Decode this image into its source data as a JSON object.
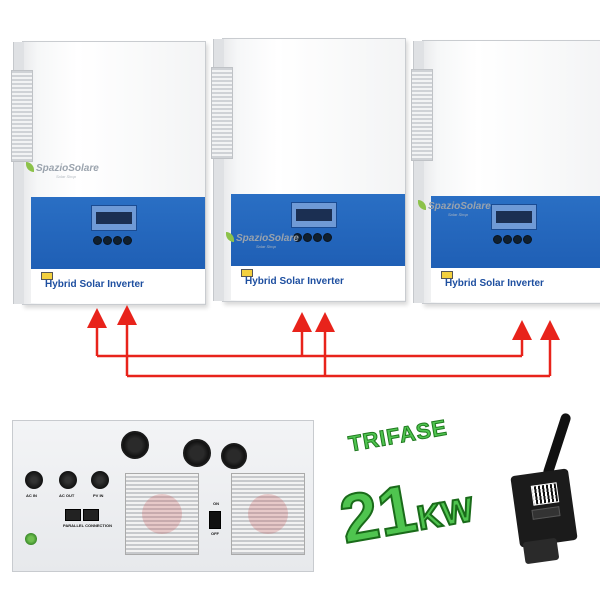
{
  "inverters": [
    {
      "label": "Hybrid Solar Inverter",
      "watermark": "SpazioSolare",
      "watermark_sub": "Solar Shop"
    },
    {
      "label": "Hybrid Solar Inverter",
      "watermark": "SpazioSolare",
      "watermark_sub": "Solar Shop"
    },
    {
      "label": "Hybrid Solar Inverter",
      "watermark": "SpazioSolare",
      "watermark_sub": "Solar Shop"
    }
  ],
  "rear_panel": {
    "ac_in": "AC IN",
    "ac_out": "AC OUT",
    "pv_in": "PV IN",
    "parallel": "PARALLEL CONNECTION",
    "on": "ON",
    "off": "OFF"
  },
  "badge": {
    "trifase": "TRIFASE",
    "power_number": "21",
    "power_unit": "KW"
  },
  "colors": {
    "panel_blue": "#1f5fb5",
    "label_blue": "#1e4fa0",
    "arrow_red": "#e8231b",
    "text_green": "#4fc44f"
  }
}
